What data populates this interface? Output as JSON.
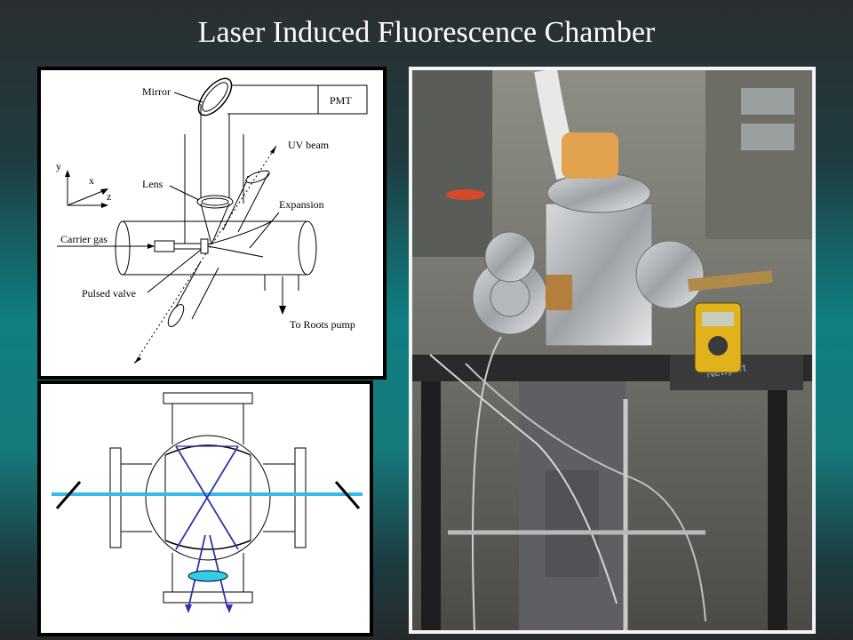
{
  "title": "Laser Induced Fluorescence Chamber",
  "schematic": {
    "labels": {
      "mirror": "Mirror",
      "pmt": "PMT",
      "uv_beam": "UV beam",
      "lens": "Lens",
      "expansion": "Expansion",
      "carrier_gas": "Carrier gas",
      "pulsed_valve": "Pulsed valve",
      "roots_pump": "To Roots pump",
      "axis_y": "y",
      "axis_x": "x",
      "axis_z": "z"
    }
  },
  "colors": {
    "laser_beam": "#33bbee",
    "optics": "#3333aa",
    "background_teal": "#0f7f82"
  },
  "photo": {
    "brand_text": "Newport"
  }
}
